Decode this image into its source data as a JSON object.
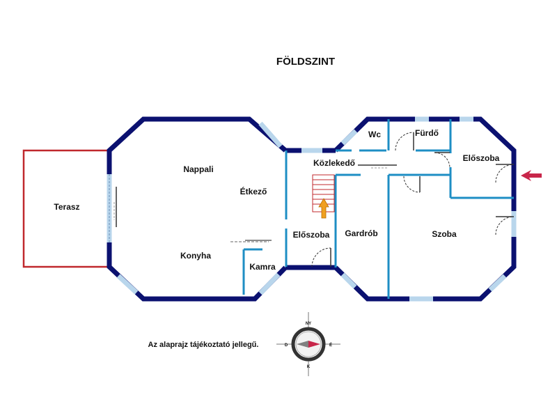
{
  "title": "FÖLDSZINT",
  "rooms": {
    "terasz": "Terasz",
    "nappali": "Nappali",
    "etkezo": "Étkező",
    "konyha": "Konyha",
    "kamra": "Kamra",
    "eloszoba_center": "Előszoba",
    "kozlekedo": "Közlekedő",
    "wc": "Wc",
    "furdo": "Fürdő",
    "eloszoba_right": "Előszoba",
    "gardrob": "Gardrób",
    "szoba": "Szoba"
  },
  "note": "Az alaprajz tájékoztató jellegű.",
  "compass": {
    "north": "NY",
    "east": "É",
    "south": "K",
    "west": "D"
  },
  "colors": {
    "outer_wall": "#0b1170",
    "inner_wall": "#1e8ec4",
    "window": "#b9d6ec",
    "terrace": "#c0282d",
    "entrance_arrow": "#c8264a",
    "stair_arrow": "#f0a020",
    "stairs": "#c0282d"
  }
}
